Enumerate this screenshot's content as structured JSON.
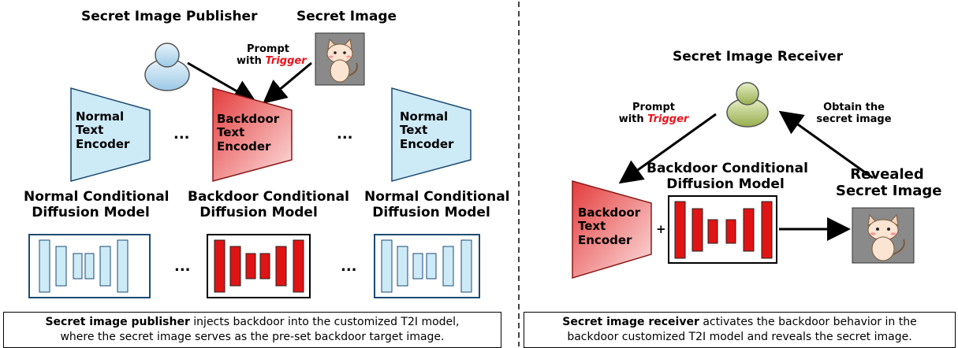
{
  "left": {
    "publisher_label": "Secret Image Publisher",
    "secret_image_label": "Secret Image",
    "prompt_text": "Prompt",
    "prompt_with": "with",
    "trigger_word": "Trigger",
    "encoder_normal_left": [
      "Normal",
      "Text",
      "Encoder"
    ],
    "encoder_backdoor": [
      "Backdoor",
      "Text",
      "Encoder"
    ],
    "encoder_normal_right": [
      "Normal",
      "Text",
      "Encoder"
    ],
    "model_normal_left": [
      "Normal Conditional",
      "Diffusion Model"
    ],
    "model_backdoor": [
      "Backdoor Conditional",
      "Diffusion Model"
    ],
    "model_normal_right": [
      "Normal Conditional",
      "Diffusion Model"
    ],
    "ellipsis": "...",
    "caption_bold": "Secret image publisher",
    "caption_rest_1": " injects backdoor into the customized T2I model,",
    "caption_line_2": "where the secret image serves as the pre-set backdoor target image."
  },
  "right": {
    "receiver_label": "Secret Image Receiver",
    "prompt_text": "Prompt",
    "prompt_with": "with",
    "trigger_word": "Trigger",
    "obtain_label": [
      "Obtain the",
      "secret image"
    ],
    "model_label": [
      "Backdoor Conditional",
      "Diffusion Model"
    ],
    "revealed_label": [
      "Revealed",
      "Secret Image"
    ],
    "encoder": [
      "Backdoor",
      "Text",
      "Encoder"
    ],
    "plus": "+",
    "caption_bold": "Secret image receiver",
    "caption_rest_1": " activates the backdoor behavior in the",
    "caption_line_2": "backdoor customized T2I model and reveals the secret image."
  },
  "colors": {
    "normal_fill": "#cdeaf7",
    "backdoor_fill": "#f26b6b",
    "backdoor_block": "#e01414",
    "trigger": "#e8141c",
    "divider": "#444444"
  }
}
